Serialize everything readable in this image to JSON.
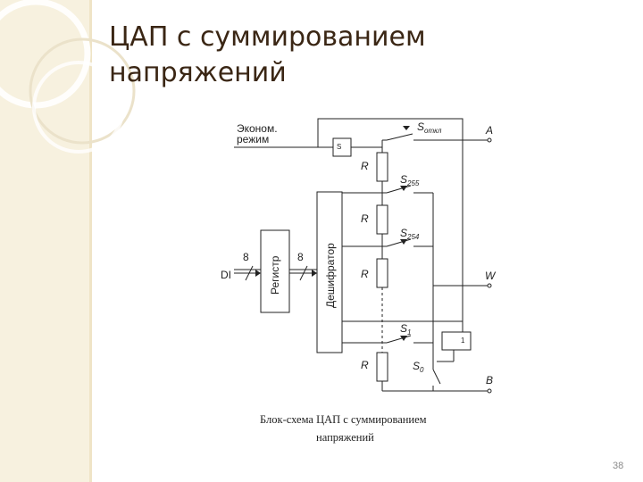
{
  "slide": {
    "title": "ЦАП с суммированием напряжений",
    "page_number": "38"
  },
  "diagram": {
    "labels": {
      "econom": "Эконом.",
      "mode": "режим",
      "di": "DI",
      "bus_in": "8",
      "bus_out": "8",
      "register": "Регистр",
      "decoder": "Дешифратор",
      "trigger": "S",
      "gate": "1",
      "r_top": "R",
      "r_2": "R",
      "r_3": "R",
      "r_bottom": "R",
      "s_off": "S",
      "s_off_sub": "откл",
      "s255": "S",
      "s255_sub": "255",
      "s254": "S",
      "s254_sub": "254",
      "s1": "S",
      "s1_sub": "1",
      "s0": "S",
      "s0_sub": "0",
      "terminal_a": "A",
      "terminal_w": "W",
      "terminal_b": "B"
    },
    "caption_line1": "Блок-схема ЦАП с суммированием",
    "caption_line2": "напряжений"
  }
}
